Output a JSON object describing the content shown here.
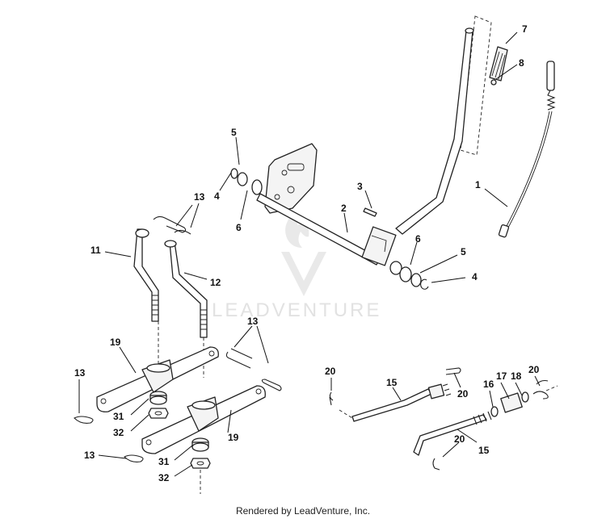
{
  "watermark": {
    "text": "LEADVENTURE"
  },
  "footer": {
    "text": "Rendered by LeadVenture, Inc."
  },
  "callouts": [
    "1",
    "2",
    "3",
    "4",
    "5",
    "6",
    "7",
    "8",
    "11",
    "12",
    "13",
    "15",
    "16",
    "17",
    "18",
    "19",
    "20",
    "31",
    "32"
  ],
  "labels": [
    "7",
    "8",
    "1",
    "5",
    "4",
    "6",
    "3",
    "2",
    "6",
    "5",
    "4",
    "13",
    "11",
    "12",
    "13",
    "19",
    "13",
    "31",
    "32",
    "19",
    "13",
    "31",
    "32",
    "20",
    "15",
    "20",
    "16",
    "17",
    "18",
    "20",
    "20",
    "15"
  ]
}
